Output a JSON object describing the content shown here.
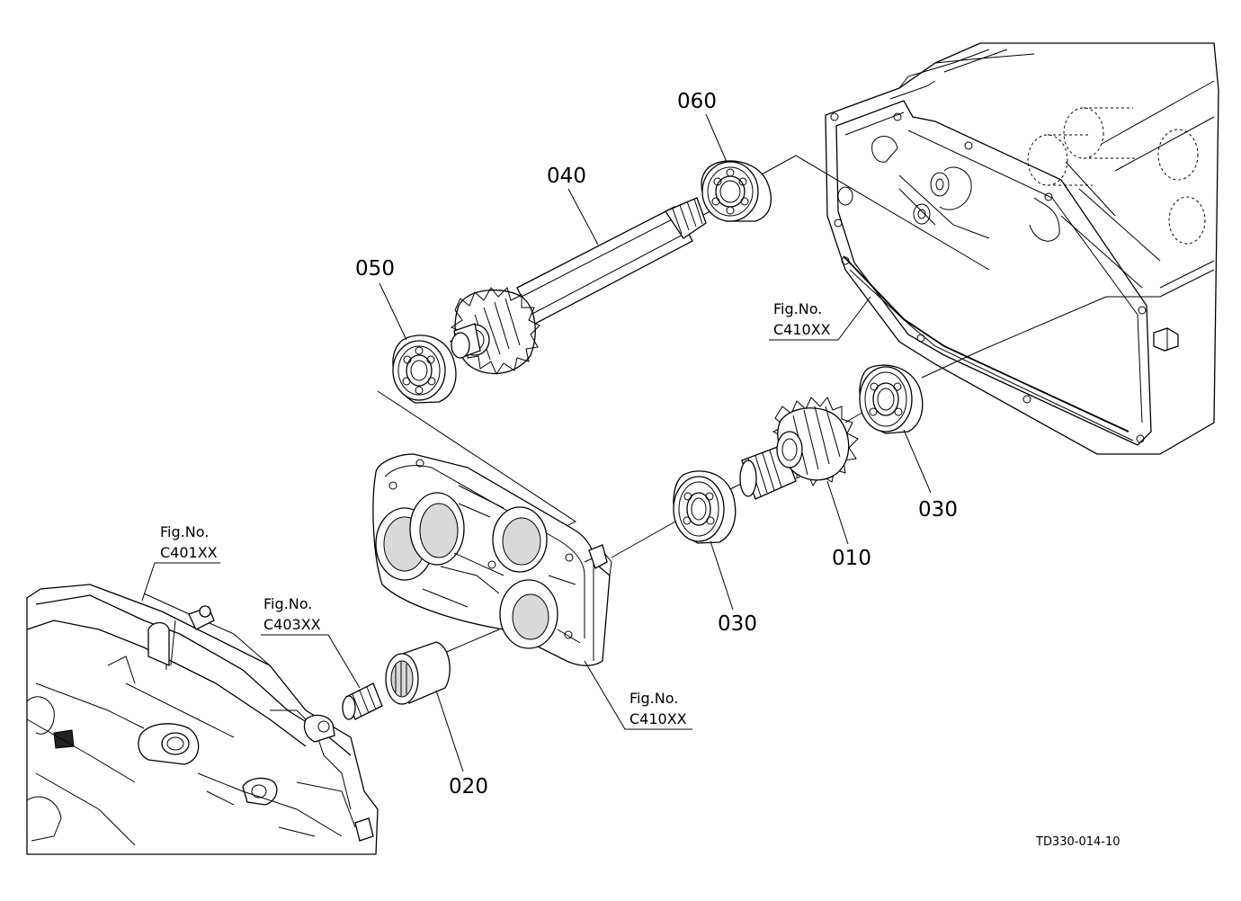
{
  "parts": {
    "p010": "010",
    "p020": "020",
    "p030a": "030",
    "p030b": "030",
    "p040": "040",
    "p050": "050",
    "p060": "060"
  },
  "refs": {
    "a": {
      "line1": "Fig.No.",
      "line2": "C410XX"
    },
    "b": {
      "line1": "Fig.No.",
      "line2": "C401XX"
    },
    "c": {
      "line1": "Fig.No.",
      "line2": "C403XX"
    },
    "d": {
      "line1": "Fig.No.",
      "line2": "C410XX"
    }
  },
  "doc_code": "TD330-014-10"
}
